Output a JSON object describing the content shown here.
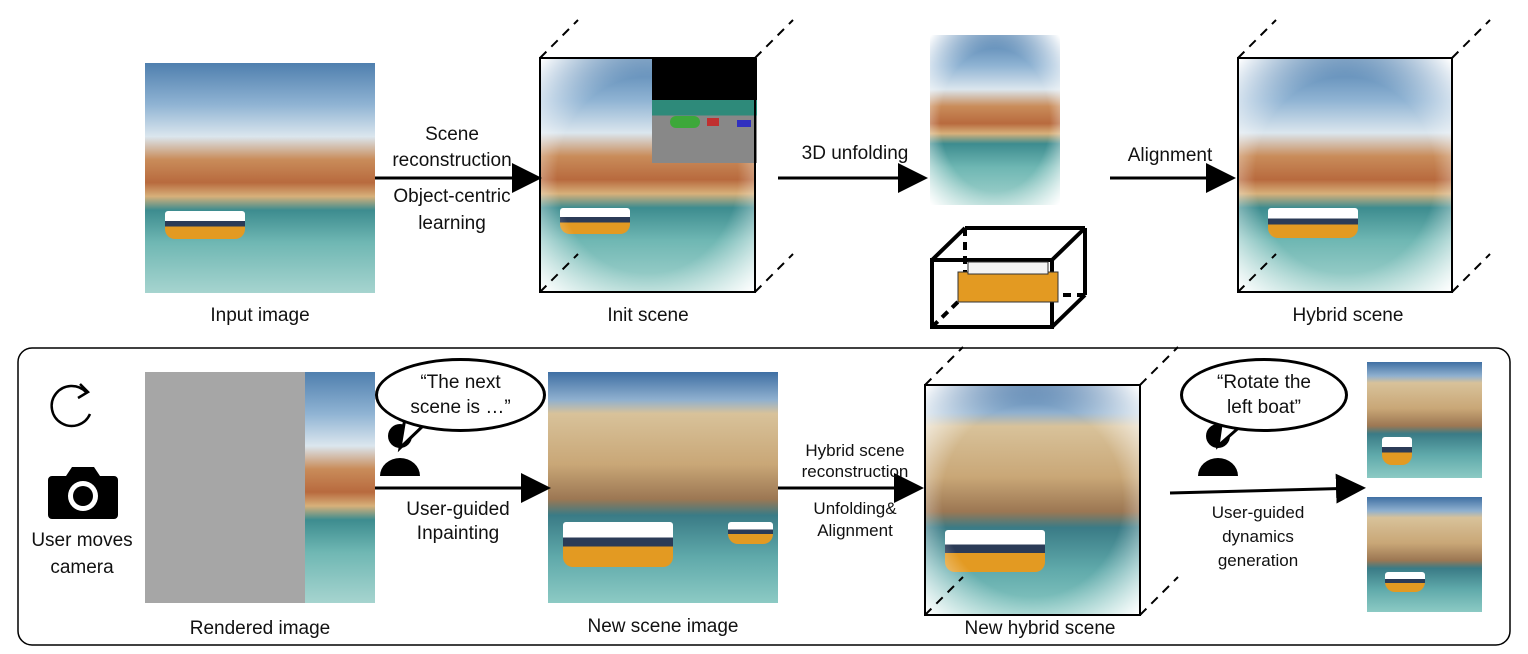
{
  "top": {
    "input_label": "Input image",
    "step1_top": [
      "Scene",
      "reconstruction"
    ],
    "step1_bottom": [
      "Object-centric",
      "learning"
    ],
    "init_label": "Init scene",
    "step2": "3D unfolding",
    "step3": "Alignment",
    "hybrid_label": "Hybrid scene"
  },
  "bottom": {
    "camera_text": [
      "User",
      "moves",
      "camera"
    ],
    "rendered_label": "Rendered image",
    "bubble1": "“The next scene is …”",
    "inpaint": [
      "User-guided",
      "Inpainting"
    ],
    "new_scene_label": "New scene image",
    "recon_top": [
      "Hybrid scene",
      "reconstruction"
    ],
    "recon_bottom": [
      "Unfolding&",
      "Alignment"
    ],
    "new_hybrid_label": "New hybrid scene",
    "bubble2": "“Rotate the left boat”",
    "dynamics": [
      "User-guided",
      "dynamics",
      "generation"
    ]
  },
  "icons": [
    "refresh-icon",
    "camera-icon",
    "person-icon"
  ]
}
